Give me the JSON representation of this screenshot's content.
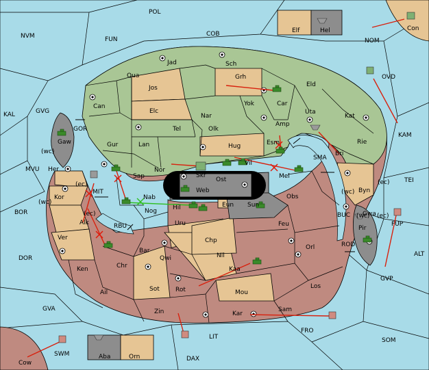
{
  "sea_labels": [
    "POL",
    "NVM",
    "FUN",
    "COB",
    "NOM",
    "OVD",
    "KAL",
    "GVG",
    "KAM",
    "MVU",
    "SMA",
    "TEI",
    "BOR",
    "BUC",
    "ALT",
    "DOR",
    "ROD",
    "GVP",
    "GVA",
    "FRO",
    "SOM",
    "SWM",
    "LIT",
    "DAX"
  ],
  "land_labels": [
    "Con",
    "Elf",
    "Hel",
    "Jad",
    "Sch",
    "Qua",
    "Grh",
    "Jos",
    "Eld",
    "Can",
    "Car",
    "Yok",
    "Elc",
    "Nar",
    "Uta",
    "Kat",
    "Amp",
    "Tel",
    "Olk",
    "Gaw",
    "Gur",
    "Lan",
    "Hug",
    "Rie",
    "Esm",
    "Vil",
    "Nor",
    "Skr",
    "Her",
    "Bri",
    "Mel",
    "Ost",
    "Sap",
    "Web",
    "Byn",
    "Kor",
    "Nab",
    "Obs",
    "Eun",
    "Sun",
    "Hil",
    "Gwa",
    "Alk",
    "Nog",
    "Uru",
    "Feu",
    "Pir",
    "Ver",
    "Chp",
    "Orl",
    "Bar",
    "Qwi",
    "Nil",
    "Ken",
    "Chr",
    "Kaa",
    "Los",
    "Ail",
    "Sot",
    "Rot",
    "Mou",
    "Zin",
    "Kar",
    "Sam",
    "Cow",
    "Aba",
    "Orn",
    "GOR",
    "MIT",
    "RBU",
    "FUP"
  ],
  "coast_labels": [
    "(wc)",
    "(ec)",
    "(wc)",
    "(ec)",
    "(wc)",
    "(ec)",
    "(wc)",
    "(ec)"
  ],
  "colors": {
    "sea": "#a8dbe8",
    "green_power": "#a9c695",
    "tan_power": "#e6c594",
    "red_power": "#bf8a80",
    "grey_power": "#8d8d8d",
    "move_order": "#d8200d",
    "support_order": "#2fbf21"
  },
  "icons": [
    "tank-icon",
    "fleet-icon",
    "supply-center-icon",
    "convoy-arrow-icon"
  ]
}
